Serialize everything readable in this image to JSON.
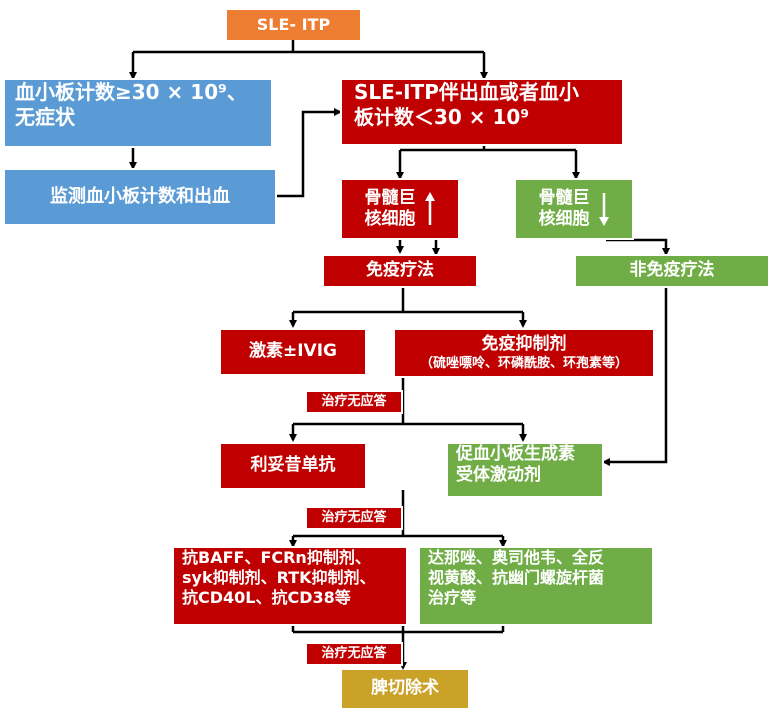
{
  "start": "SLE- ITP",
  "left_box": {
    "line1": "血小板计数≥30 × 10⁹、",
    "line2": "无症状"
  },
  "monitor": "监测血小板计数和出血",
  "right_box": {
    "line1": "SLE-ITP伴出血或者血小",
    "line2": "板计数＜30 × 10⁹"
  },
  "marrow_high": {
    "line1": "骨髓巨",
    "line2": "核细胞",
    "arrow": "up"
  },
  "marrow_low": {
    "line1": "骨髓巨",
    "line2": "核细胞",
    "arrow": "down"
  },
  "immuno": "免疫疗法",
  "non_immuno": "非免疫疗法",
  "hormone": "激素±IVIG",
  "suppress": {
    "title": "免疫抑制剂",
    "subtitle": "（硫唑嘌呤、环磷酰胺、环孢素等）"
  },
  "no_response_1": "治疗无应答",
  "rituximab": "利妥昔单抗",
  "tpo": {
    "line1": "促血小板生成素",
    "line2": "受体激动剂"
  },
  "no_response_2": "治疗无应答",
  "targeted": {
    "line1": "抗BAFF、FCRn抑制剂、",
    "line2": "syk抑制剂、RTK抑制剂、",
    "line3": "抗CD40L、抗CD38等"
  },
  "other": {
    "line1": "达那唑、奥司他韦、全反",
    "line2": "视黄酸、抗幽门螺旋杆菌",
    "line3": "治疗等"
  },
  "no_response_3": "治疗无应答",
  "splenectomy": "脾切除术",
  "colors": {
    "orange": "#ED7D31",
    "blue": "#5B9BD5",
    "red": "#C00000",
    "green": "#70AD47",
    "gold": "#C9A227",
    "line": "#000000"
  }
}
